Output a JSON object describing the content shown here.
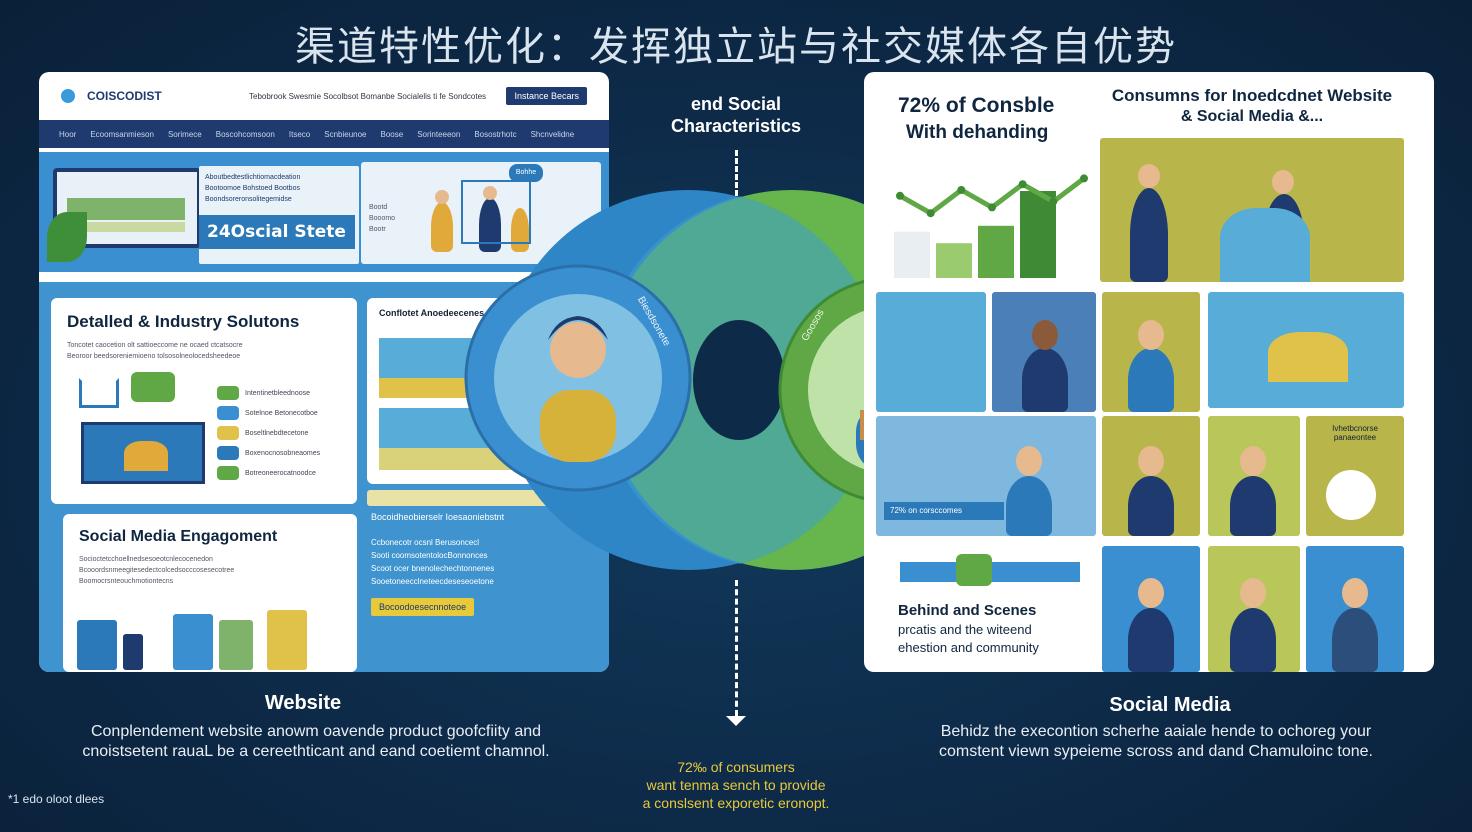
{
  "title": "渠道特性优化：发挥独立站与社交媒体各自优势",
  "website_panel": {
    "logo_text": "COISCODIST",
    "header_links": "Tebobrook Swesmie Socolbsot Bomanbe Socialelis ti fe Sondcotes",
    "header_button": "Instance Becars",
    "nav_items": [
      "Hoor",
      "Ecoomsanmieson",
      "Sorimece",
      "Boscohcomsoon",
      "Itseco",
      "Scnbieunoe",
      "Boose",
      "Sorinteeeon",
      "Bosostrhotc",
      "Shcnvelidne"
    ],
    "hero_lines": [
      "Aboutbedtestlichtiomacdeation",
      "Bootoomoe Bohstoed Bootbos",
      "Boondsoreronsolitegemidse"
    ],
    "hero_label": "24Oscial Stete",
    "hero_side": [
      "Bootd",
      "Booomo",
      "Bootr"
    ],
    "hero_bubble": "Bohhe",
    "card1_title": "Detalled & Industry Solutons",
    "card1_lines": [
      "Toncotet caocetion olt sattioeccome ne ocaed ctcatsocre",
      "Beoroor beedsoreniemioeno tolsosolneolocedsheedeoe"
    ],
    "card1_items": [
      "Intentinetbleednoose",
      "Sotelnoe Betonecotboe",
      "Boseltlnebdtecetone",
      "Boxenocnosobneaomes",
      "Botreoneerocatnoodce"
    ],
    "card2_title": "Conflotet Anoedeecenes",
    "card3_title": "Social Media Engagoment",
    "card3_lines": [
      "Socioctetcchoellnedsesoeotcnlecocenedon",
      "Bcooordsnmeegitesedectcolcedsocccosesecotree",
      "Boomocrsnteouchmotiontecns"
    ],
    "side_list_title": "Bocoidheobierselr Ioesaoniebstnt",
    "side_list": [
      "Ccbonecotr ocsnl Berusoncecl",
      "Sooti coomsotentolocBonnonces",
      "Scoot ocer bnenolechechtonnenes",
      "Sooetoneecclneteecdeseseoetone"
    ],
    "side_button": "Bocoodoesecnnoteoe"
  },
  "center": {
    "top_label_1": "end Social",
    "top_label_2": "Characteristics",
    "left_arc": "Biesdsonete",
    "right_arc": "Goosos",
    "stat_lines": [
      "72‰ of consumers",
      "want tenma sench to provide",
      "a conslsent exporetic eronopt."
    ]
  },
  "social_panel": {
    "stat_title_1": "72% of Consble",
    "stat_title_2": "With dehanding",
    "header_1": "Consumns for Inoedcdnet Website",
    "header_2": "& Social Media &...",
    "bar_values": [
      0.4,
      0.3,
      0.45,
      0.75
    ],
    "line_values": [
      0.45,
      0.3,
      0.5,
      0.35,
      0.55,
      0.4,
      0.6
    ],
    "behind_title": "Behind and Scenes",
    "behind_line_1": "prcatis and the witeend",
    "behind_line_2": "ehestion and community",
    "stat_card": "72% on corsccomes",
    "side_tile": "Ivhetbcnorse panaeontee"
  },
  "captions": {
    "website_title": "Website",
    "website_desc_1": "Conplendement website anowm oavende product  goofcfiity and",
    "website_desc_2": "cnoistsetent rauaL be a cereethticant and  eand coetiemt chamnol.",
    "social_title": "Social Media",
    "social_desc_1": "Behidz the execontion scherhe aaiale hende to ochoreg your",
    "social_desc_2": "comstent viewn sypeieme scross and dand Chamuloinc tone."
  },
  "footnote": "*1 edo oloot dlees",
  "colors": {
    "accent_blue": "#3a8fd0",
    "accent_green": "#5fa845",
    "navy": "#1e3a6e",
    "gold": "#e8c93a"
  }
}
